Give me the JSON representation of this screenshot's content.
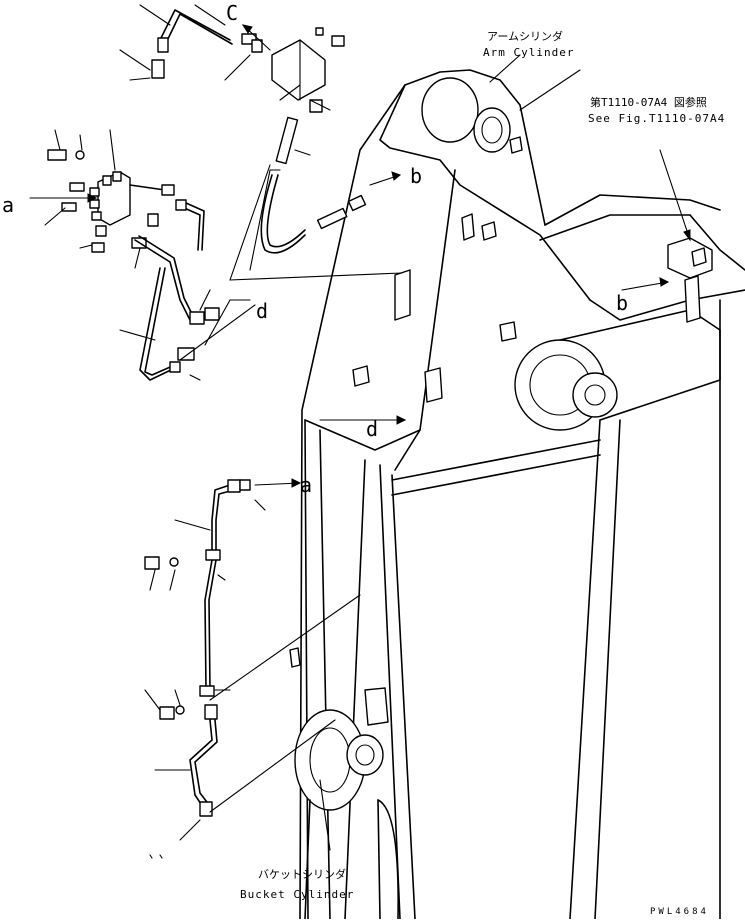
{
  "labels": {
    "arm_cylinder_jp": "アームシリンダ",
    "arm_cylinder_en": "Arm Cylinder",
    "bucket_cylinder_jp": "バケットシリンダ",
    "bucket_cylinder_en": "Bucket Cylinder",
    "see_fig_jp": "第T1110-07A4 図参照",
    "see_fig_en": "See Fig.T1110-07A4",
    "drawing_code": "PWL4684"
  },
  "callouts": {
    "a_left": "a",
    "a_mid": "a",
    "b_upper": "b",
    "b_right": "b",
    "c": "C",
    "d_upper": "d",
    "d_lower": "d"
  }
}
